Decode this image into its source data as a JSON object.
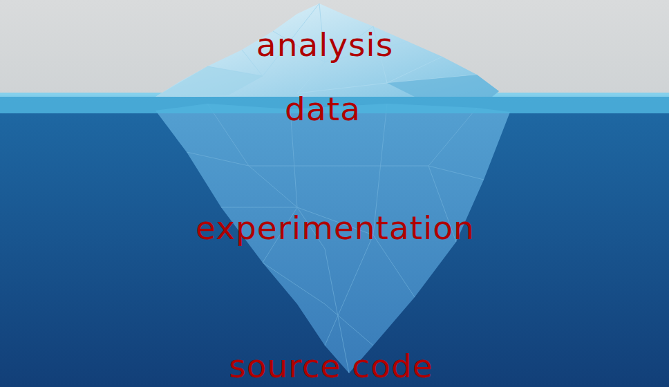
{
  "diagram": {
    "labels": [
      "analysis",
      "data",
      "experimentation",
      "source code"
    ]
  }
}
